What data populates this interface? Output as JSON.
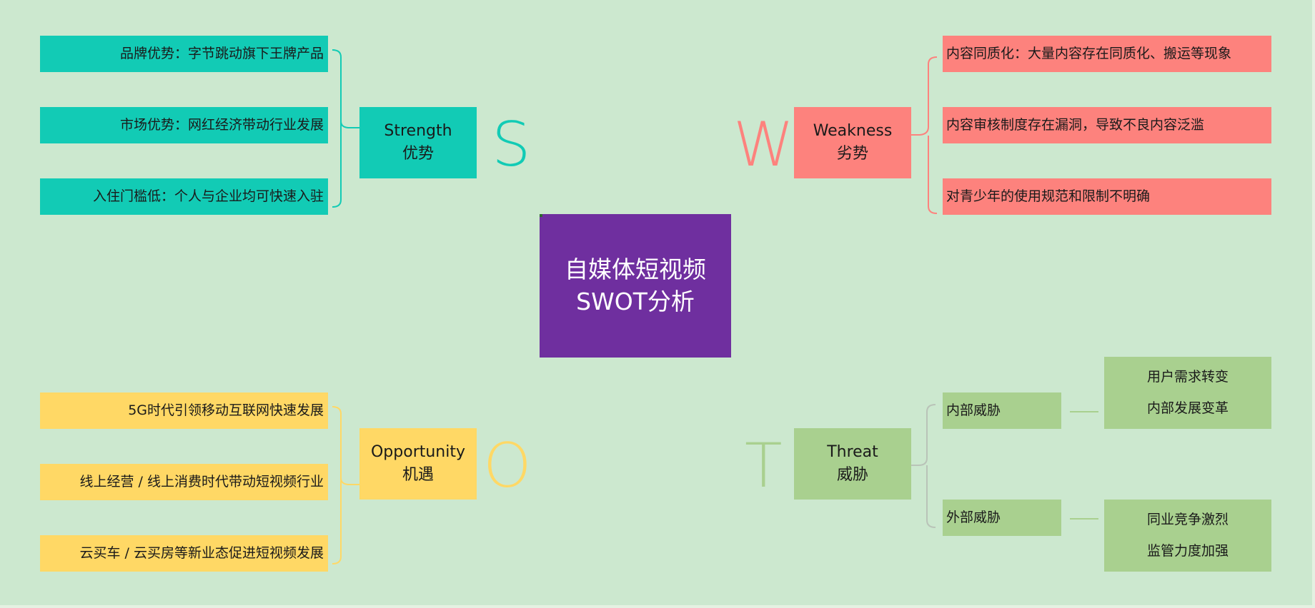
{
  "center": {
    "line1": "自媒体短视频",
    "line2": "SWOT分析",
    "color": "#6f2f9f"
  },
  "colors": {
    "background": "#cce8cf",
    "strength": "#12cbb5",
    "weakness": "#fd827d",
    "opportunity": "#ffd865",
    "threat": "#a9d08f",
    "threat_connector": "#b9c3b8"
  },
  "strength": {
    "letter": "S",
    "title_en": "Strength",
    "title_zh": "优势",
    "items": [
      "品牌优势：字节跳动旗下王牌产品",
      "市场优势：网红经济带动行业发展",
      "入住门槛低：个人与企业均可快速入驻"
    ]
  },
  "weakness": {
    "letter": "W",
    "title_en": "Weakness",
    "title_zh": "劣势",
    "items": [
      "内容同质化：大量内容存在同质化、搬运等现象",
      "内容审核制度存在漏洞，导致不良内容泛滥",
      "对青少年的使用规范和限制不明确"
    ]
  },
  "opportunity": {
    "letter": "O",
    "title_en": "Opportunity",
    "title_zh": "机遇",
    "items": [
      "5G时代引领移动互联网快速发展",
      "线上经营 / 线上消费时代带动短视频行业",
      "云买车 / 云买房等新业态促进短视频发展"
    ]
  },
  "threat": {
    "letter": "T",
    "title_en": "Threat",
    "title_zh": "威胁",
    "groups": [
      {
        "label": "内部威胁",
        "details": [
          "用户需求转变",
          "内部发展变革"
        ]
      },
      {
        "label": "外部威胁",
        "details": [
          "同业竞争激烈",
          "监管力度加强"
        ]
      }
    ]
  }
}
